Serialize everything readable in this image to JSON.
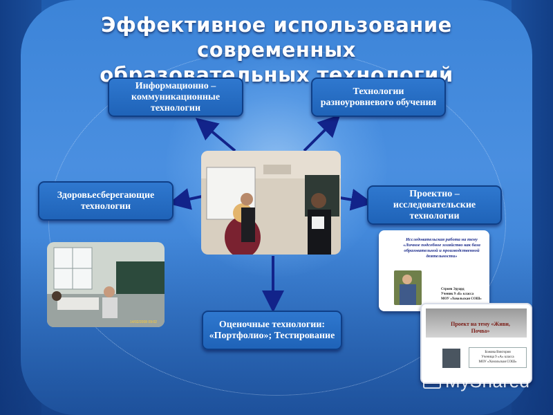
{
  "slide": {
    "title_line1": "Эффективное использование современных",
    "title_line2": "образовательных технологий"
  },
  "nodes": {
    "ict": "Информационно – коммуникационные технологии",
    "multilevel": "Технологии разноуровневого обучения",
    "health": "Здоровьесберегающие технологии",
    "project": "Проектно – исследовательские технологии",
    "assessment": "Оценочные технологии: «Портфолио»; Тестирование"
  },
  "doc1": {
    "heading": "Исследовательская работа на тему «Личное подсобное хозяйство как база образовательной и производственной деятельности»",
    "author_line1": "Строев Эдуард",
    "author_line2": "Ученик 9 «Б» класса",
    "author_line3": "МОУ «Хохольская СОШ»"
  },
  "doc2": {
    "heading": "Проект на тему «Живи, Почва»",
    "author_line1": "Божова Виктория",
    "author_line2": "Ученица 9 «А» класса",
    "author_line3": "МОУ «Хохольская СОШ»"
  },
  "photo_left": {
    "timestamp": "14/02/2008 09:02"
  },
  "watermark": {
    "text": "MyShared"
  },
  "colors": {
    "arrow": "#12238a",
    "box_fill": "#2a6fc9",
    "box_border": "#0f3f87"
  }
}
